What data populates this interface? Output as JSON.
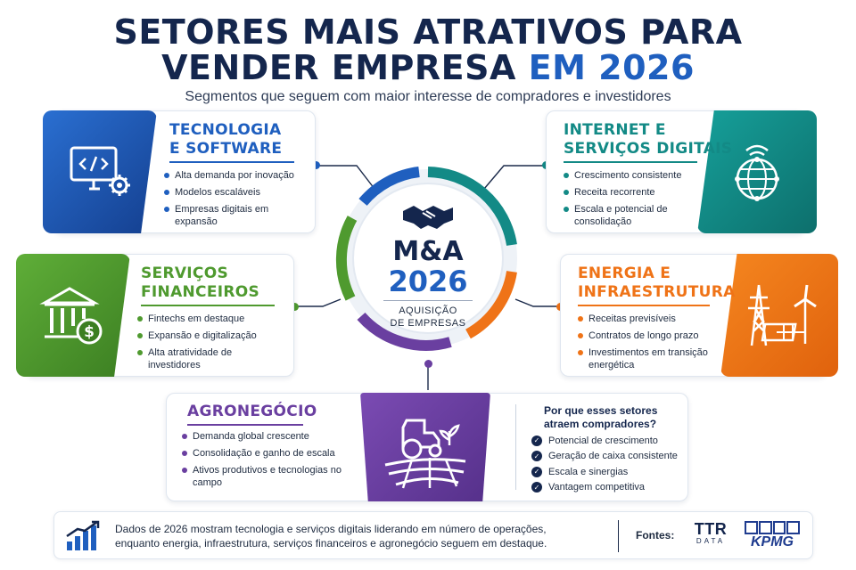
{
  "header": {
    "title_line1": "SETORES MAIS ATRATIVOS PARA",
    "title_line2_main": "VENDER EMPRESA ",
    "title_line2_accent": "EM 2026",
    "subtitle": "Segmentos que seguem com maior interesse de compradores e investidores"
  },
  "center": {
    "line1": "M&A",
    "line2": "2026",
    "caption1": "AQUISIÇÃO",
    "caption2": "DE EMPRESAS",
    "icon": "handshake-icon"
  },
  "sectors": {
    "tecnologia": {
      "title1": "TECNOLOGIA",
      "title2": "E SOFTWARE",
      "color": "#1f5fbf",
      "icon": "computer-gear-icon",
      "bullets": [
        "Alta demanda por inovação",
        "Modelos escaláveis",
        "Empresas digitais em expansão"
      ]
    },
    "internet": {
      "title1": "INTERNET E",
      "title2": "SERVIÇOS DIGITAIS",
      "color": "#138a86",
      "icon": "globe-wifi-icon",
      "bullets": [
        "Crescimento consistente",
        "Receita recorrente",
        "Escala e potencial de consolidação"
      ]
    },
    "financeiros": {
      "title1": "SERVIÇOS",
      "title2": "FINANCEIROS",
      "color": "#4f9a2f",
      "icon": "bank-dollar-icon",
      "bullets": [
        "Fintechs em destaque",
        "Expansão e digitalização",
        "Alta atratividade de investidores"
      ]
    },
    "energia": {
      "title1": "ENERGIA E",
      "title2": "INFRAESTRUTURA",
      "color": "#ef7317",
      "icon": "power-tower-solar-icon",
      "bullets": [
        "Receitas previsíveis",
        "Contratos de longo prazo",
        "Investimentos em transição energética"
      ]
    },
    "agro": {
      "title1": "AGRONEGÓCIO",
      "color": "#6a3fa0",
      "icon": "tractor-field-icon",
      "bullets": [
        "Demanda global crescente",
        "Consolidação e ganho de escala",
        "Ativos produtivos e tecnologias no campo"
      ]
    }
  },
  "why": {
    "title1": "Por que esses setores",
    "title2": "atraem compradores?",
    "items": [
      "Potencial de crescimento",
      "Geração de caixa consistente",
      "Escala e sinergias",
      "Vantagem competitiva"
    ]
  },
  "footer": {
    "icon": "bar-chart-growth-icon",
    "text1": "Dados de 2026 mostram tecnologia e serviços digitais liderando em número de operações,",
    "text2": "enquanto energia, infraestrutura, serviços financeiros e agronegócio seguem em destaque.",
    "sources_label": "Fontes:",
    "ttr_line1": "TTR",
    "ttr_line2": "DATA",
    "kpmg": "KPMG"
  }
}
